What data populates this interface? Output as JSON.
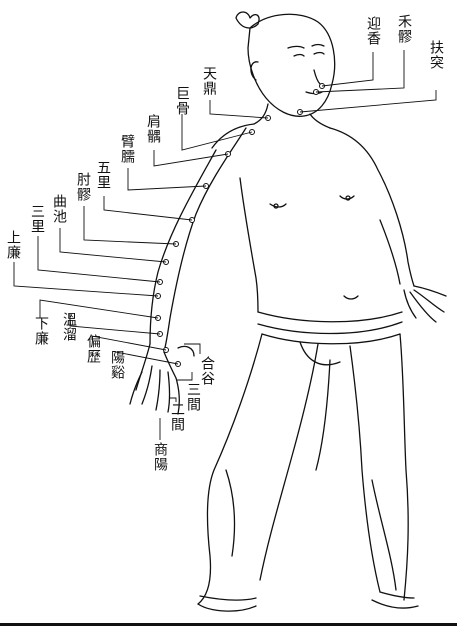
{
  "points": {
    "yingxiang": "迎香",
    "heliao": "禾髎",
    "futu": "扶突",
    "tianding": "天鼎",
    "jugu": "巨骨",
    "jianyu": "肩髃",
    "binao": "臂臑",
    "wuli": "五里",
    "zhouliao": "肘髎",
    "quchi": "曲池",
    "sanli": "三里",
    "shanglian": "上廉",
    "xialian": "下廉",
    "wenliu": "溫溜",
    "pianli": "偏歷",
    "yangxi": "陽谿",
    "hegu": "合谷",
    "sanjian": "三間",
    "erjian": "二間",
    "shangyang": "商陽"
  }
}
